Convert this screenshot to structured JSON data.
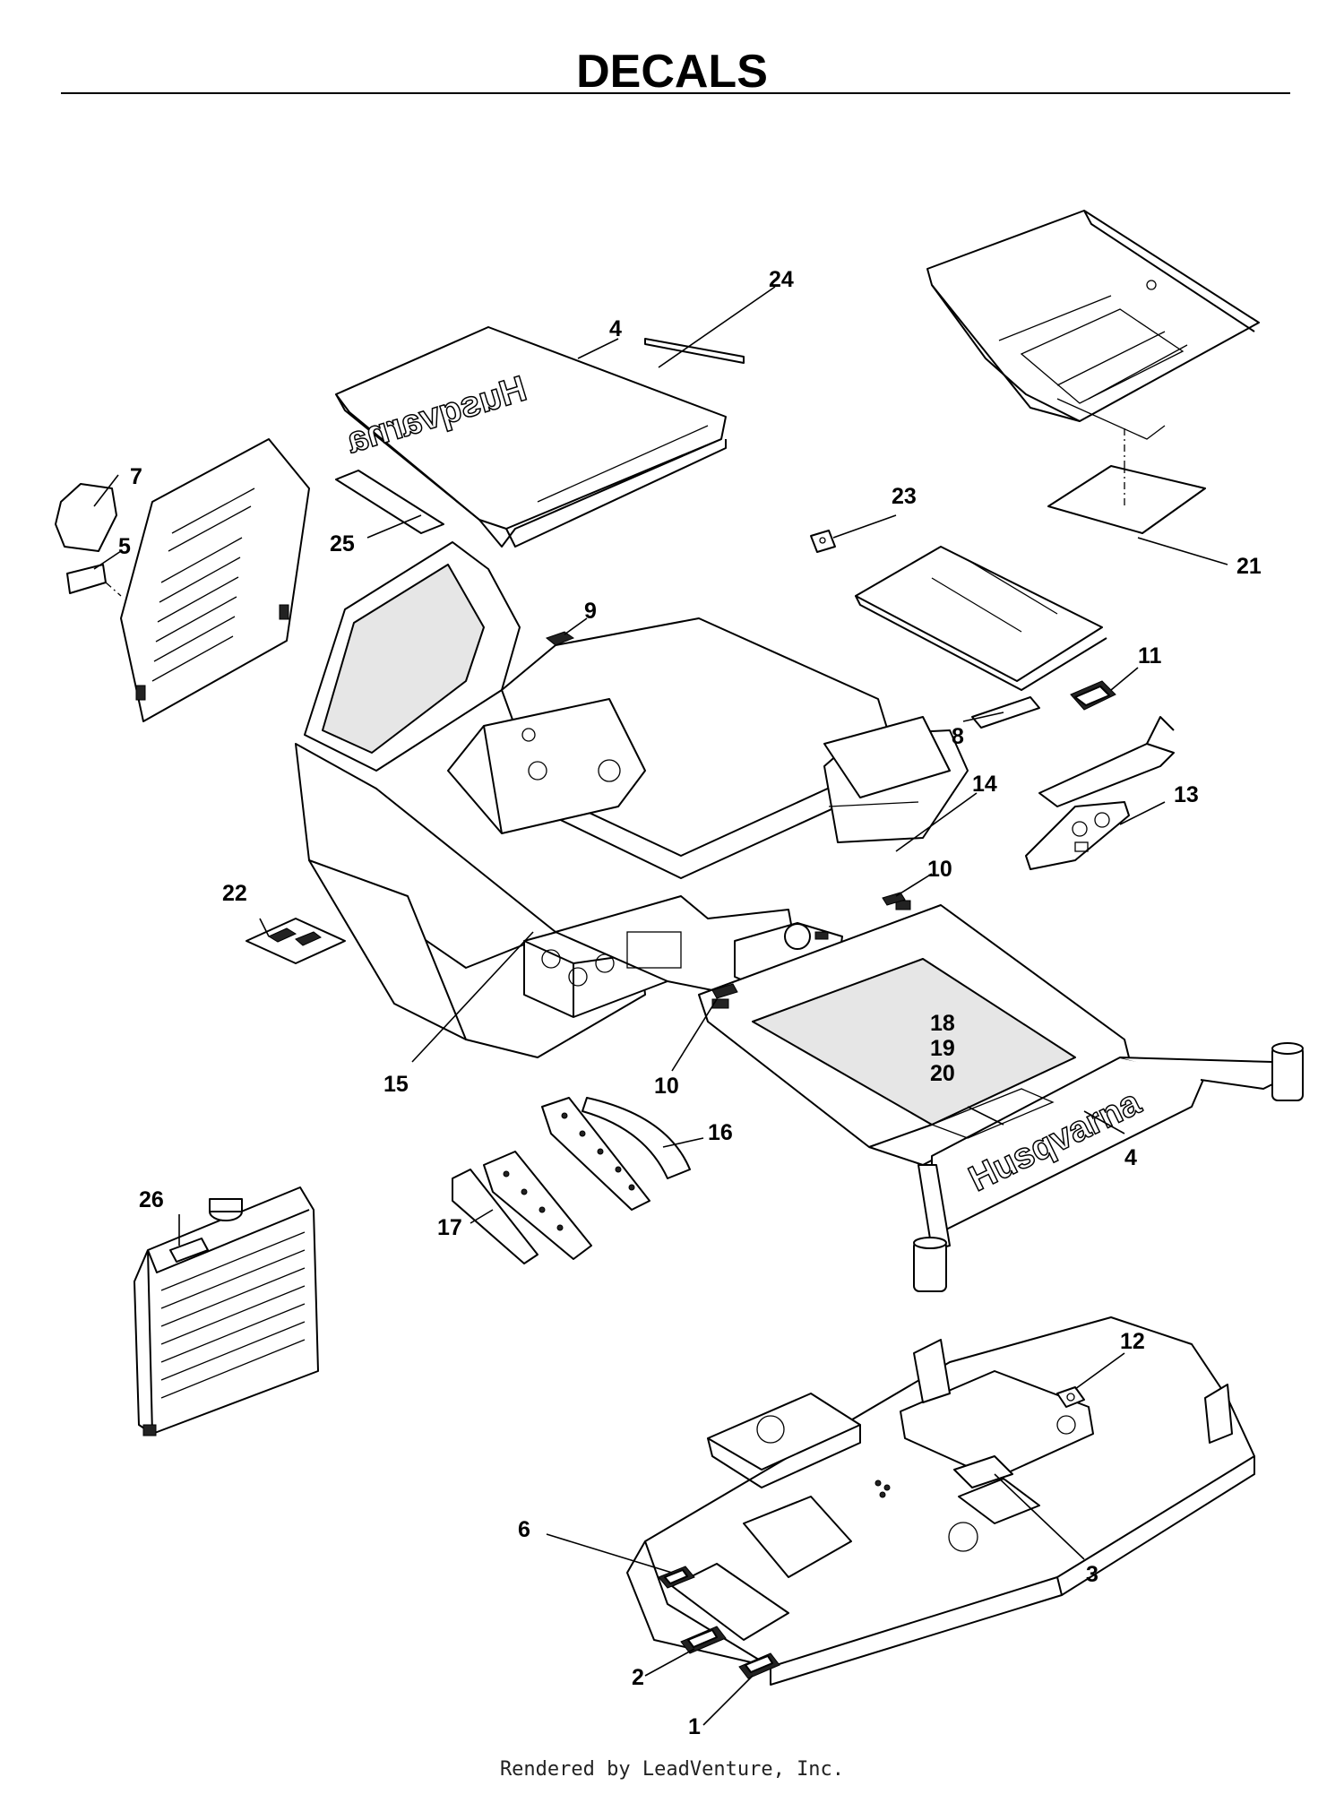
{
  "title": "DECALS",
  "footer": "Rendered by LeadVenture, Inc.",
  "brand_text": "Husqvarna",
  "callouts": [
    "1",
    "2",
    "3",
    "4",
    "4",
    "5",
    "6",
    "7",
    "8",
    "9",
    "10",
    "10",
    "11",
    "12",
    "13",
    "14",
    "15",
    "16",
    "17",
    "18",
    "19",
    "20",
    "21",
    "22",
    "23",
    "24",
    "25",
    "26"
  ]
}
